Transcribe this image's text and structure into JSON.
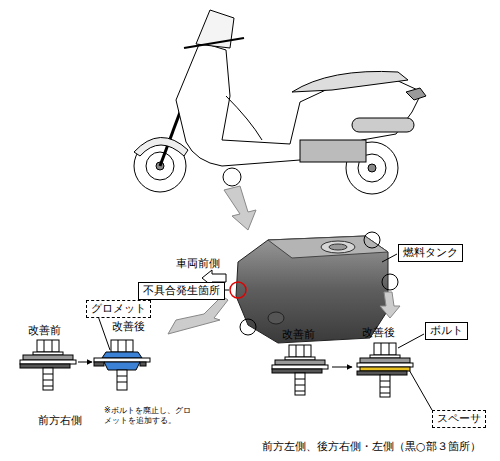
{
  "diagram": {
    "nodes": [
      {
        "text": [
          "燃料タンク"
        ]
      },
      {
        "text": [
          "不具合発生箇所"
        ]
      },
      {
        "text": [
          "グロメット"
        ]
      },
      {
        "text": [
          "ボルト"
        ]
      },
      {
        "text": [
          "スペーサ"
        ]
      }
    ],
    "labels": [
      "車両前側",
      "改善前",
      "改善後",
      "前方右側",
      "※ボルトを廃止し、グロメットを追加する。",
      "改善前",
      "改善後",
      "前方左側、後方右側・左側（黒○部３箇所）"
    ]
  }
}
